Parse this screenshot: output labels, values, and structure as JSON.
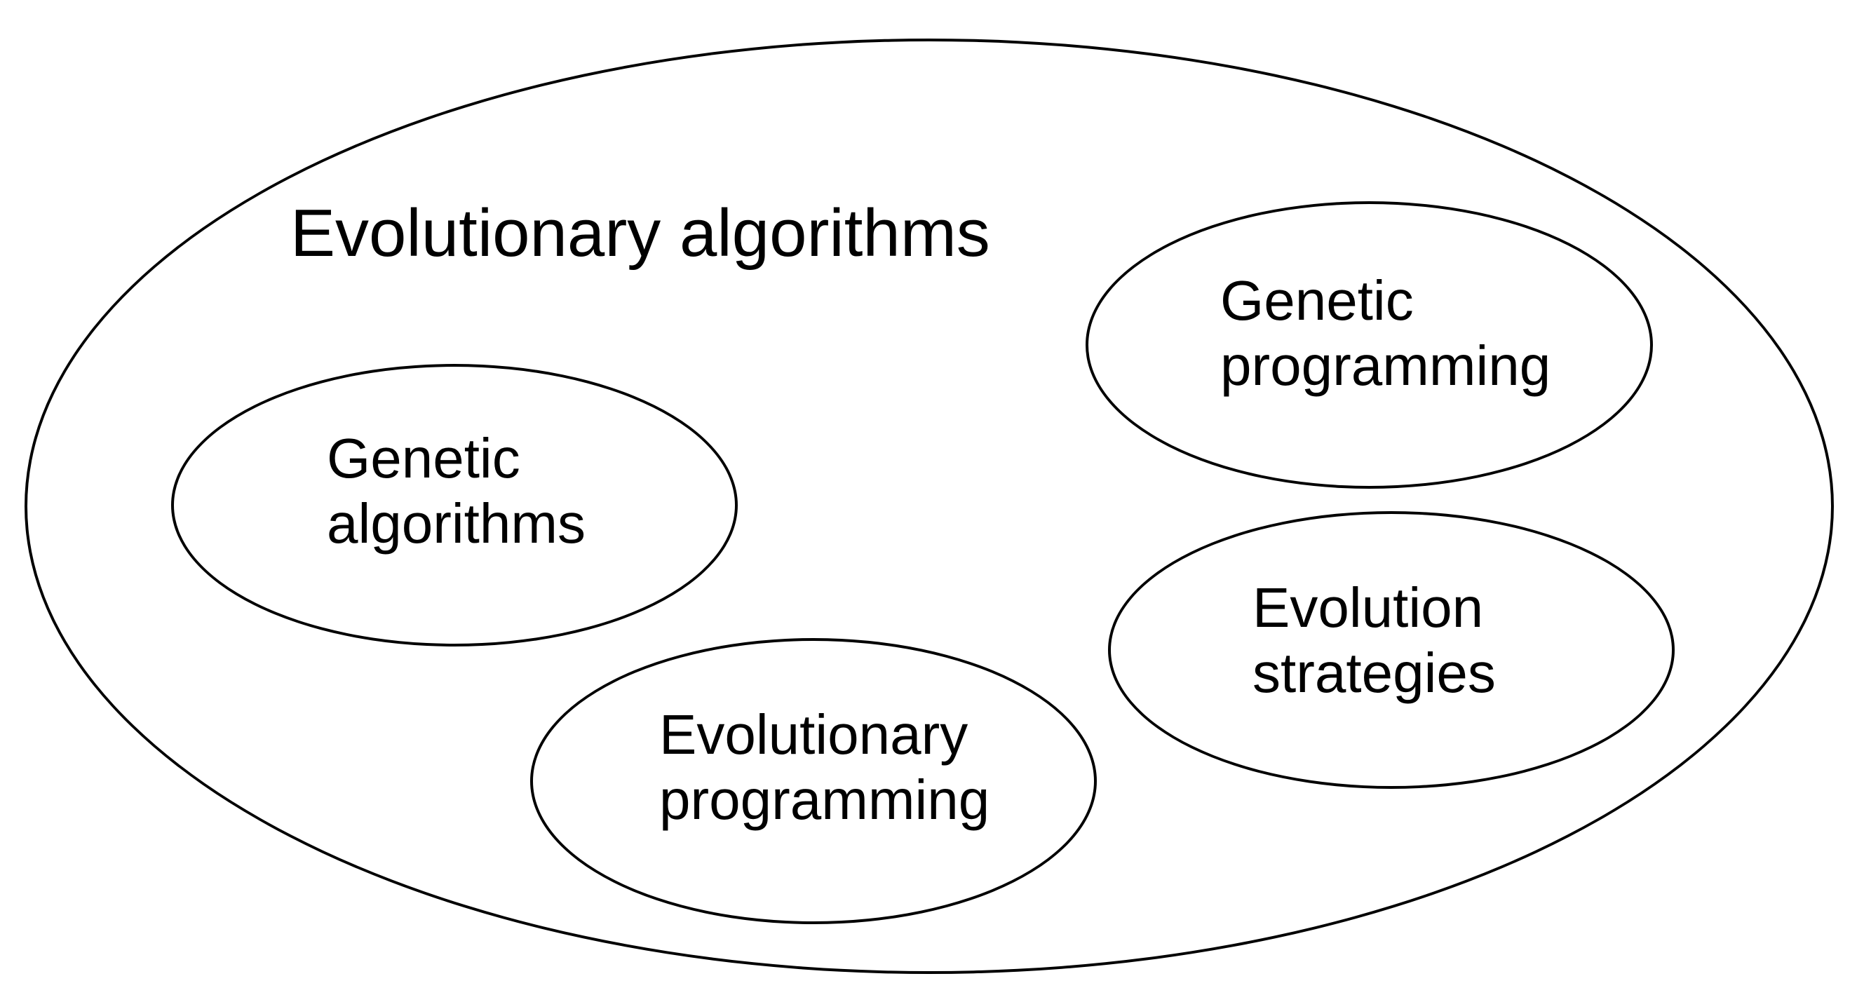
{
  "diagram": {
    "type": "euler-set-diagram",
    "background_color": "#ffffff",
    "stroke_color": "#000000",
    "text_color": "#000000",
    "title": "Evolutionary algorithms",
    "sets": [
      {
        "name": "genetic-algorithms",
        "line1": "Genetic",
        "line2": "algorithms"
      },
      {
        "name": "genetic-programming",
        "line1": "Genetic",
        "line2": "programming"
      },
      {
        "name": "evolution-strategies",
        "line1": "Evolution",
        "line2": "strategies"
      },
      {
        "name": "evolutionary-programming",
        "line1": "Evolutionary",
        "line2": "programming"
      }
    ]
  }
}
